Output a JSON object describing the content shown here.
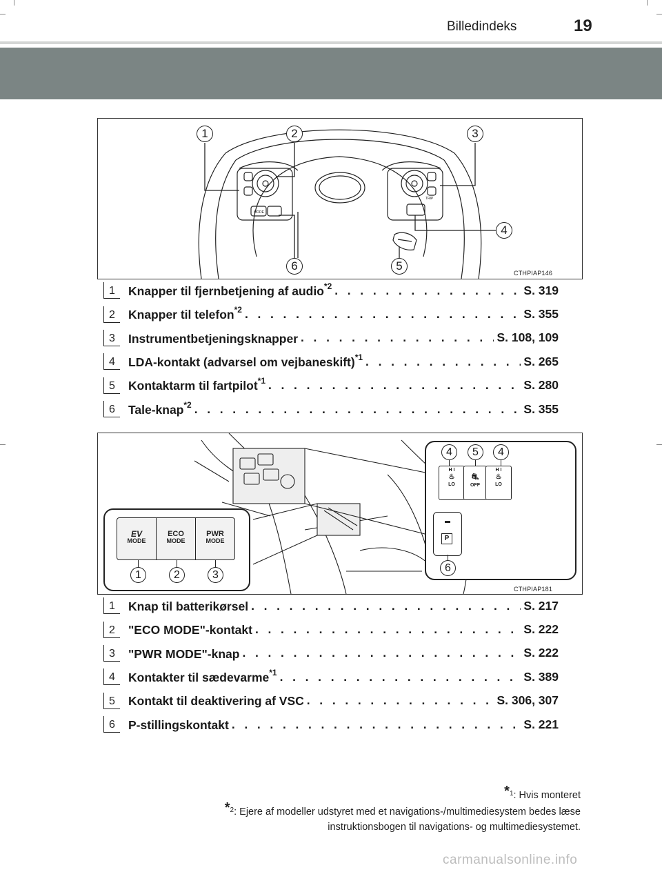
{
  "header": {
    "section_title": "Billedindeks",
    "page_number": "19"
  },
  "figure1": {
    "code": "CTHPIAP146",
    "callouts": [
      "1",
      "2",
      "3",
      "4",
      "5",
      "6"
    ],
    "switch_labels": {
      "mode": "MODE",
      "trip": "TRIP"
    }
  },
  "list1": [
    {
      "num": "1",
      "label": "Knapper til fjernbetjening af audio",
      "sup": "*2",
      "ref": "S. 319"
    },
    {
      "num": "2",
      "label": "Knapper til telefon",
      "sup": "*2",
      "ref": "S. 355"
    },
    {
      "num": "3",
      "label": "Instrumentbetjeningsknapper",
      "sup": "",
      "ref": "S. 108, 109"
    },
    {
      "num": "4",
      "label": "LDA-kontakt (advarsel om vejbaneskift)",
      "sup": "*1",
      "ref": "S. 265"
    },
    {
      "num": "5",
      "label": "Kontaktarm til fartpilot",
      "sup": "*1",
      "ref": "S. 280"
    },
    {
      "num": "6",
      "label": "Tale-knap",
      "sup": "*2",
      "ref": "S. 355"
    }
  ],
  "figure2": {
    "code": "CTHPIAP181",
    "callouts_top": [
      "4",
      "5",
      "4"
    ],
    "callouts_bottom": [
      "1",
      "2",
      "3"
    ],
    "callout_p": "6",
    "buttons": [
      {
        "top": "EV",
        "bottom": "MODE"
      },
      {
        "top": "ECO",
        "bottom": "MODE"
      },
      {
        "top": "PWR",
        "bottom": "MODE"
      }
    ],
    "seat_labels": {
      "hi": "H I",
      "lo": "LO"
    },
    "vsc_label": "OFF",
    "p_label": "P"
  },
  "list2": [
    {
      "num": "1",
      "label": "Knap til batterikørsel",
      "sup": "",
      "ref": "S. 217"
    },
    {
      "num": "2",
      "label": "\"ECO MODE\"-kontakt",
      "sup": "",
      "ref": "S. 222"
    },
    {
      "num": "3",
      "label": "\"PWR MODE\"-knap",
      "sup": "",
      "ref": "S. 222"
    },
    {
      "num": "4",
      "label": "Kontakter til sædevarme",
      "sup": "*1",
      "ref": "S. 389"
    },
    {
      "num": "5",
      "label": "Kontakt til deaktivering af VSC",
      "sup": "",
      "ref": "S. 306, 307"
    },
    {
      "num": "6",
      "label": "P-stillingskontakt",
      "sup": "",
      "ref": "S. 221"
    }
  ],
  "footnotes": {
    "note1_mark": "*",
    "note1_num": "1",
    "note1_text": ": Hvis monteret",
    "note2_mark": "*",
    "note2_num": "2",
    "note2_line1": ": Ejere af modeller udstyret med et navigations-/multimediesystem bedes læse",
    "note2_line2": "instruktionsbogen til navigations- og multimediesystemet."
  },
  "watermark": "carmanualsonline.info",
  "leader_dots": ". . . . . . . . . . . . . . . . . . . . . . . . . . . . . . . . . . . . . . . . . . . . . . . . . . . . . . . . ."
}
